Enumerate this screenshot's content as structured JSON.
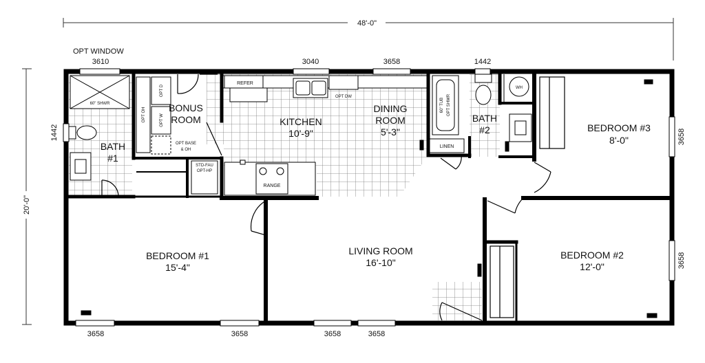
{
  "dimensions": {
    "overall_width": "48'-0\"",
    "overall_depth": "20'-0\"",
    "window_note": "OPT WINDOW",
    "windows": {
      "top_bath1": "3610",
      "top_kitchen": "3040",
      "top_dining": "3658",
      "top_bath2": "1442",
      "left_bath1": "1442",
      "right_bed3": "3658",
      "right_bed2": "3658",
      "bottom_bed1_left": "3658",
      "bottom_bed1_right": "3658",
      "bottom_living_left": "3658",
      "bottom_living_right": "3658"
    }
  },
  "rooms": {
    "bath1": {
      "name": "BATH",
      "number": "#1"
    },
    "bonus": {
      "line1": "BONUS",
      "line2": "ROOM"
    },
    "kitchen": {
      "name": "KITCHEN",
      "size": "10'-9\""
    },
    "dining": {
      "line1": "DINING",
      "line2": "ROOM",
      "size": "5'-3\""
    },
    "bath2": {
      "name": "BATH",
      "number": "#2"
    },
    "bedroom3": {
      "name": "BEDROOM #3",
      "size": "8'-0\""
    },
    "bedroom1": {
      "name": "BEDROOM #1",
      "size": "15'-4\""
    },
    "living": {
      "name": "LIVING ROOM",
      "size": "16'-10\""
    },
    "bedroom2": {
      "name": "BEDROOM #2",
      "size": "12'-0\""
    }
  },
  "fixtures": {
    "shower": "60\" SHWR",
    "opt_oh": "OPT OH",
    "opt_d": "OPT D",
    "opt_w": "OPT W",
    "opt_base_1": "OPT BASE",
    "opt_base_2": "& OH",
    "refer": "REFER",
    "opt_dw": "OPT DW",
    "range": "RANGE",
    "fau_1": "STD-FAU",
    "fau_2": "OPT-HP",
    "tub_1": "60\" TUB",
    "tub_2": "OPT SHWR",
    "linen": "LINEN",
    "wh": "WH"
  }
}
